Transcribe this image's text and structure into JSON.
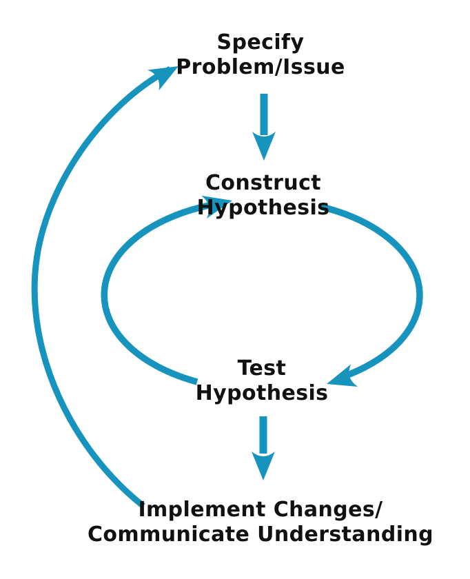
{
  "diagram": {
    "type": "cycle-flow-diagram",
    "nodes": {
      "specify": {
        "line1": "Specify",
        "line2": "Problem/Issue"
      },
      "construct": {
        "line1": "Construct",
        "line2": "Hypothesis"
      },
      "test": {
        "line1": "Test",
        "line2": "Hypothesis"
      },
      "implement": {
        "line1": "Implement Changes/",
        "line2": "Communicate Understanding"
      }
    },
    "edges": [
      {
        "from": "specify-problem-issue",
        "to": "construct-hypothesis",
        "style": "straight-down-arrow"
      },
      {
        "from": "construct-hypothesis",
        "to": "test-hypothesis",
        "style": "curved-arrow-right-side-of-loop"
      },
      {
        "from": "test-hypothesis",
        "to": "construct-hypothesis",
        "style": "curved-arrow-left-side-of-loop"
      },
      {
        "from": "test-hypothesis",
        "to": "implement-communicate",
        "style": "straight-down-arrow"
      },
      {
        "from": "implement-communicate",
        "to": "specify-problem-issue",
        "style": "large-outer-curved-arrow-left"
      }
    ],
    "colors": {
      "arrow": "#1694BE",
      "text": "#111111",
      "background": "#FFFFFF"
    }
  }
}
